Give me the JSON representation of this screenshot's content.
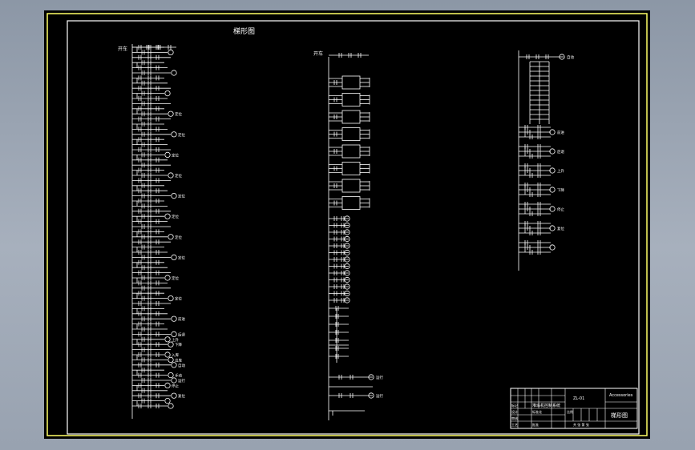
{
  "drawing_title": "梯形图",
  "rungs": {
    "left": {
      "start_label": "开车",
      "coil_labels": [
        "定位",
        "定位",
        "定位",
        "定位",
        "定位",
        "定位",
        "定位",
        "定位",
        "定位",
        "定位",
        "前进",
        "后退",
        "上升",
        "下降",
        "入库",
        "出库",
        "自动",
        "手动",
        "运行",
        "停止",
        "复位"
      ]
    },
    "middle": {
      "start_label": "开车",
      "coil_labels": [
        "运行",
        "运行"
      ]
    },
    "right": {
      "coil_labels": [
        "自动",
        "前进",
        "后退",
        "上升",
        "下降",
        "停止",
        "复位"
      ]
    }
  },
  "title_block": {
    "left_labels": [
      "标记",
      "设计",
      "审核",
      "工艺",
      "标准化",
      "批准"
    ],
    "mid_label": "堆垛机控制系统",
    "title_label": "梯形图",
    "company": "Accessories",
    "drawing_no": "ZL-01",
    "scale_label": "比例",
    "sheet_label": "共 张 第 张"
  },
  "colors": {
    "frame": "#ffffff",
    "inner_frame": "#ffff66",
    "ladder": "#ffffff"
  }
}
